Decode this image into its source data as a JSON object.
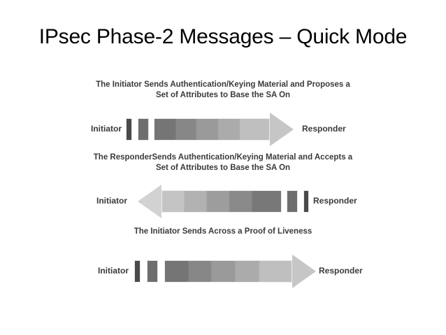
{
  "slide": {
    "title": "IPsec Phase-2 Messages – Quick Mode",
    "background_color": "#ffffff",
    "title_color": "#000000"
  },
  "figure": {
    "caption_color": "#3a3a3a",
    "messages": [
      {
        "id": "message-1",
        "caption_line_1": "The Initiator Sends Authentication/Keying Material and Proposes a",
        "caption_line_2": "Set of Attributes to Base the SA On",
        "left_label": "Initiator",
        "right_label": "Responder",
        "direction": "right",
        "blocks": [
          {
            "shade": "dark",
            "color": "#4a4a4a"
          },
          {
            "shade": "medium",
            "color": "#6e6e6e"
          }
        ],
        "gradient": [
          "#757575",
          "#878787",
          "#9a9a9a",
          "#ababab",
          "#bfbfbf"
        ],
        "arrow_head_color": "#c6c6c6"
      },
      {
        "id": "message-2",
        "caption_line_1": "The ResponderSends Authentication/Keying Material and Accepts a",
        "caption_line_2": "Set of Attributes to Base the SA On",
        "left_label": "Initiator",
        "right_label": "Responder",
        "direction": "left",
        "blocks": [
          {
            "shade": "medium",
            "color": "#6e6e6e"
          },
          {
            "shade": "dark",
            "color": "#4a4a4a"
          }
        ],
        "gradient": [
          "#c4c4c4",
          "#b2b2b2",
          "#9d9d9d",
          "#8a8a8a",
          "#787878"
        ],
        "arrow_head_color": "#d2d2d2"
      },
      {
        "id": "message-3",
        "caption_line_1": "The Initiator Sends Across a Proof of Liveness",
        "caption_line_2": "",
        "left_label": "Initiator",
        "right_label": "Responder",
        "direction": "right",
        "blocks": [
          {
            "shade": "dark",
            "color": "#4a4a4a"
          },
          {
            "shade": "medium",
            "color": "#6e6e6e"
          }
        ],
        "gradient": [
          "#757575",
          "#878787",
          "#9a9a9a",
          "#ababab",
          "#bfbfbf"
        ],
        "arrow_head_color": "#c6c6c6"
      }
    ]
  }
}
